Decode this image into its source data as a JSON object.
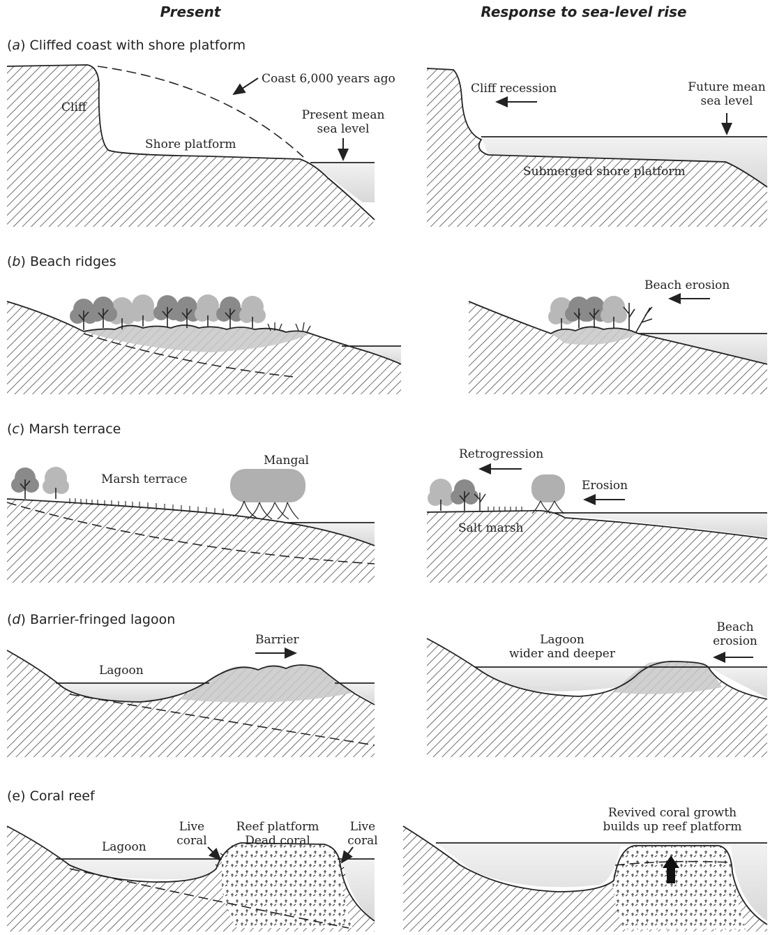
{
  "headers": {
    "present": "Present",
    "response": "Response to sea-level rise"
  },
  "panels": {
    "a": {
      "letter": "a",
      "title": "Cliffed coast with shore platform",
      "cliff": "Cliff",
      "shore_platform": "Shore platform",
      "coast_6000": "Coast 6,000 years ago",
      "present_msl": [
        "Present mean",
        "sea level"
      ],
      "cliff_recession": "Cliff recession",
      "future_msl": [
        "Future mean",
        "sea level"
      ],
      "submerged_platform": "Submerged shore platform"
    },
    "b": {
      "letter": "b",
      "title": "Beach ridges",
      "beach_erosion": "Beach erosion"
    },
    "c": {
      "letter": "c",
      "title": "Marsh terrace",
      "marsh_terrace": "Marsh terrace",
      "mangal": "Mangal",
      "retrogression": "Retrogression",
      "erosion": "Erosion",
      "salt_marsh": "Salt marsh"
    },
    "d": {
      "letter": "d",
      "title": "Barrier-fringed lagoon",
      "lagoon": "Lagoon",
      "barrier": "Barrier",
      "lagoon_wider": [
        "Lagoon",
        "wider and deeper"
      ],
      "beach_erosion": [
        "Beach",
        "erosion"
      ]
    },
    "e": {
      "letter": "(e)",
      "title": "Coral reef",
      "lagoon": "Lagoon",
      "live_coral": [
        "Live",
        "coral"
      ],
      "reef_platform": [
        "Reef platform",
        "Dead coral"
      ],
      "revived": [
        "Revived coral growth",
        "builds up reef platform"
      ]
    }
  },
  "colors": {
    "water": "#e6e6e6",
    "sediment": "#c8c8c8",
    "line": "#222222",
    "tree_dark": "#8a8a8a",
    "tree_light": "#b8b8b8"
  }
}
